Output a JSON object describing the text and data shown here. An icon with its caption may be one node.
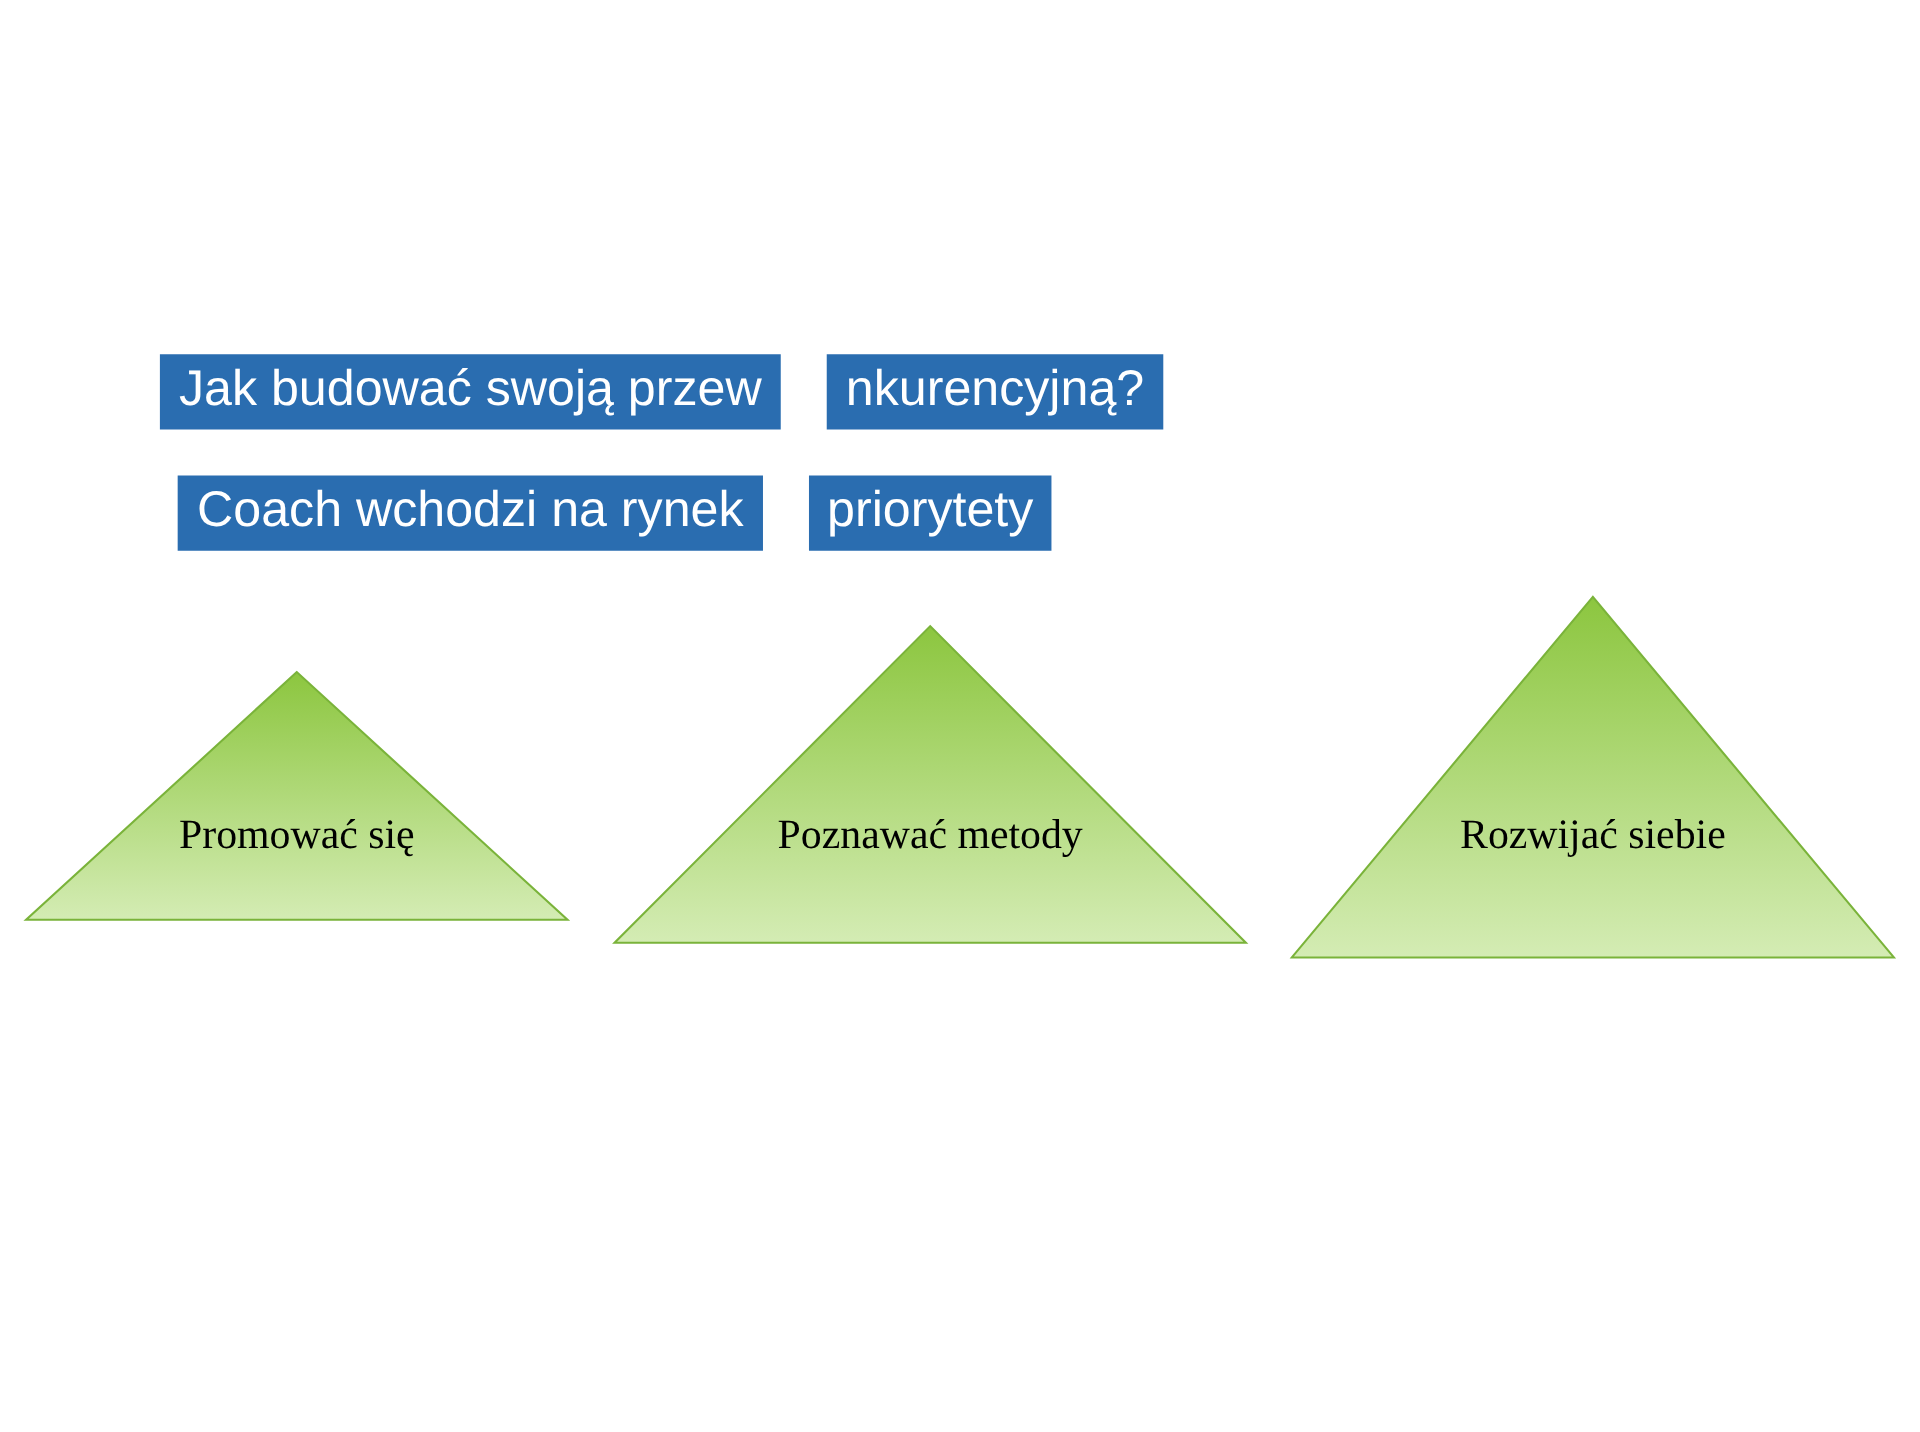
{
  "diagram": {
    "nodes": [
      {
        "text": [
          "Rozwijać siebie"
        ]
      },
      {
        "text": [
          "Poznawać metody"
        ]
      },
      {
        "text": [
          "Promować się"
        ]
      }
    ],
    "labels": [
      "Jak budować swoją przew",
      "nkurencyjną?",
      "Coach wchodzi na rynek",
      "priorytety"
    ]
  }
}
